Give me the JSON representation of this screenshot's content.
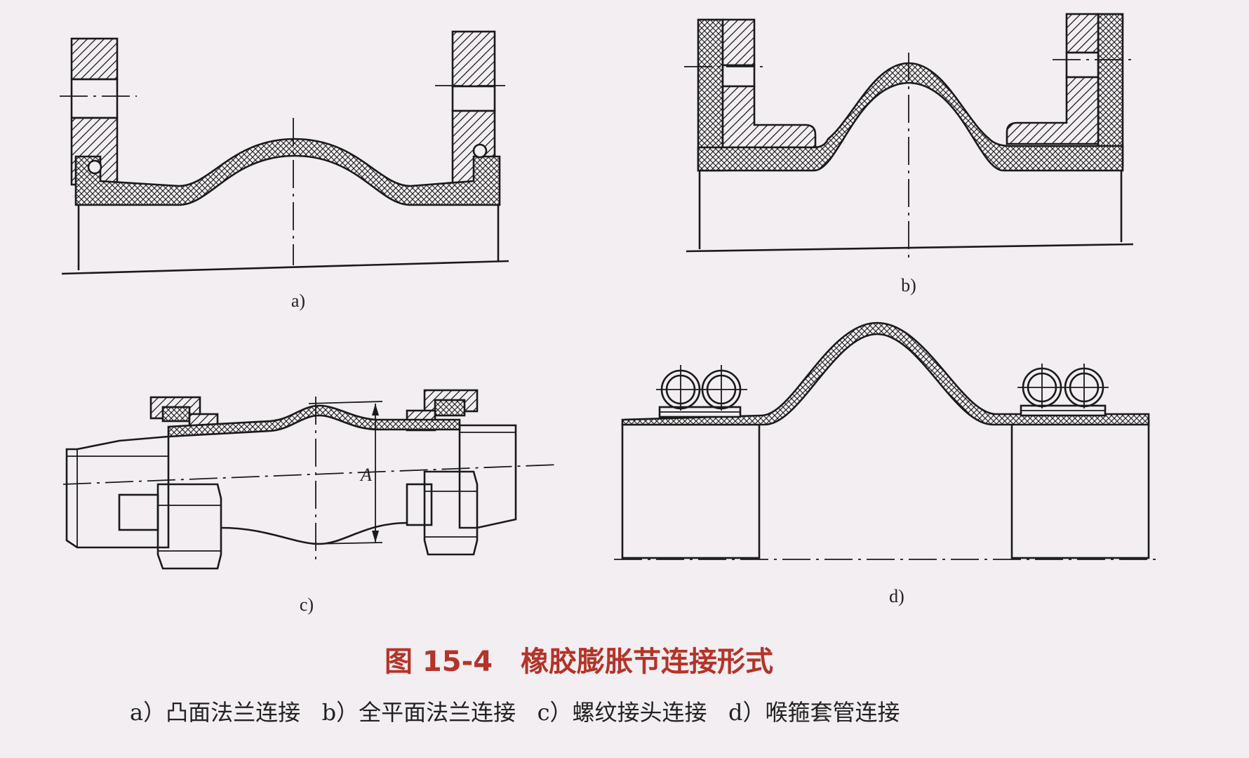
{
  "figure": {
    "number": "图 15-4",
    "title": "橡胶膨胀节连接形式",
    "caption": "a）凸面法兰连接   b）全平面法兰连接   c）螺纹接头连接   d）喉箍套管连接"
  },
  "panels": {
    "a": {
      "label": "a)"
    },
    "b": {
      "label": "b)"
    },
    "c": {
      "label": "c)",
      "dimension": "A"
    },
    "d": {
      "label": "d)"
    }
  }
}
